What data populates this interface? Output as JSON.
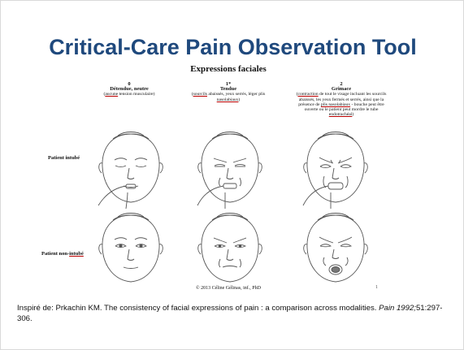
{
  "slide": {
    "title": "Critical-Care Pain Observation Tool"
  },
  "figure": {
    "heading": "Expressions faciales",
    "columns": [
      {
        "score": "0",
        "label": "Détendue, neutre",
        "desc_pre": "",
        "desc_u": "aucune",
        "desc_post": " tension musculaire)",
        "desc_open": "("
      },
      {
        "score": "1*",
        "label": "Tendue",
        "desc_open": "(",
        "desc_u": "sourcils",
        "desc_post": " abaissés, yeux serrés, léger plis ",
        "desc_u2": "nasolabiaux",
        "desc_end": ")"
      },
      {
        "score": "2",
        "label": "Grimace",
        "desc_open": "(",
        "desc_u": "contraction",
        "desc_post": " de tout le visage incluant les sourcils abaissés, les yeux fermés et serrés, ainsi que la présence de ",
        "desc_u2": "plis nasolabiaux",
        "desc_post2": " - bouche peut être ouverte ou le patient peut mordre le tube ",
        "desc_u3": "endotrachéal",
        "desc_end": ")"
      }
    ],
    "rows": [
      {
        "label_pre": "Patient intubé",
        "label_u": ""
      },
      {
        "label_pre": "Patient non-",
        "label_u": "intubé"
      }
    ],
    "copyright": "© 2013 Céline Gélinas, inf., PhD",
    "page_mark": "1"
  },
  "citation": {
    "prefix": "Inspiré de: Prkachin KM. The consistency of facial expressions of pain : a comparison across modalities. ",
    "journal": "Pain 1992;",
    "suffix": "51:297-306."
  },
  "colors": {
    "title": "#1f497d",
    "underline": "#b00000",
    "line_art": "#555555"
  }
}
